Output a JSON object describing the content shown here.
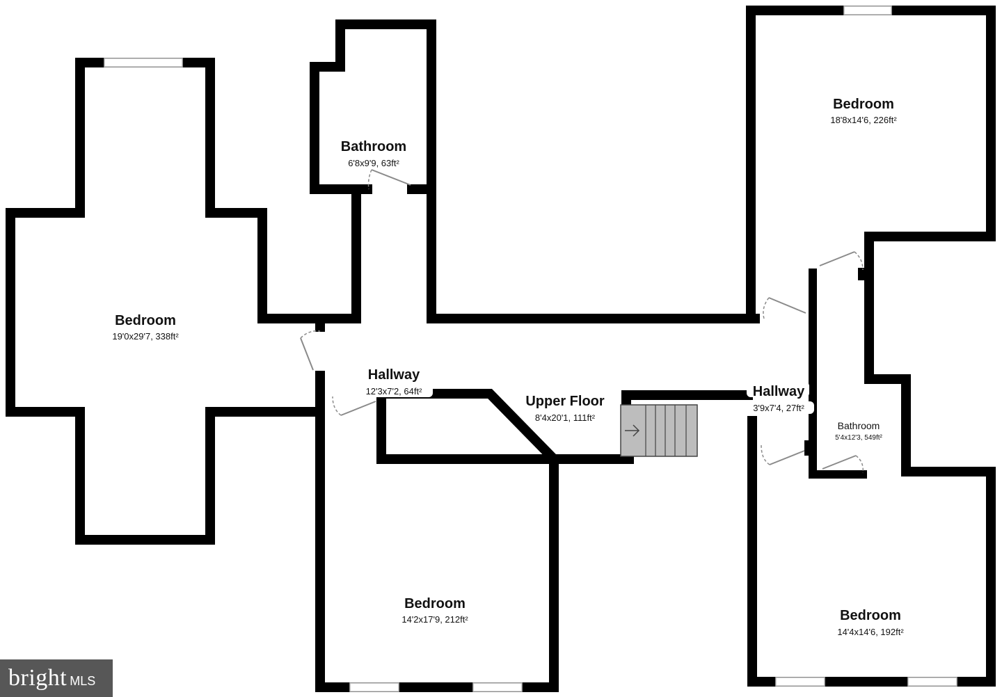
{
  "floor": {
    "name": "Upper Floor",
    "dims": "8'4x20'1, 111ft²"
  },
  "rooms": {
    "bedroom_left": {
      "name": "Bedroom",
      "dims": "19'0x29'7, 338ft²"
    },
    "bathroom_top": {
      "name": "Bathroom",
      "dims": "6'8x9'9, 63ft²"
    },
    "bedroom_tr": {
      "name": "Bedroom",
      "dims": "18'8x14'6, 226ft²"
    },
    "hallway_1": {
      "name": "Hallway",
      "dims": "12'3x7'2, 64ft²"
    },
    "hallway_2": {
      "name": "Hallway",
      "dims": "3'9x7'4, 27ft²"
    },
    "bathroom_right": {
      "name": "Bathroom",
      "dims": "5'4x12'3, 549ft²"
    },
    "bedroom_bottom": {
      "name": "Bedroom",
      "dims": "14'2x17'9, 212ft²"
    },
    "bedroom_br": {
      "name": "Bedroom",
      "dims": "14'4x14'6, 192ft²"
    }
  },
  "logo": {
    "brand": "bright",
    "suffix": "MLS"
  },
  "colors": {
    "wall": "#000000",
    "stair": "#bdbdbd",
    "logo_bg": "#575757"
  }
}
